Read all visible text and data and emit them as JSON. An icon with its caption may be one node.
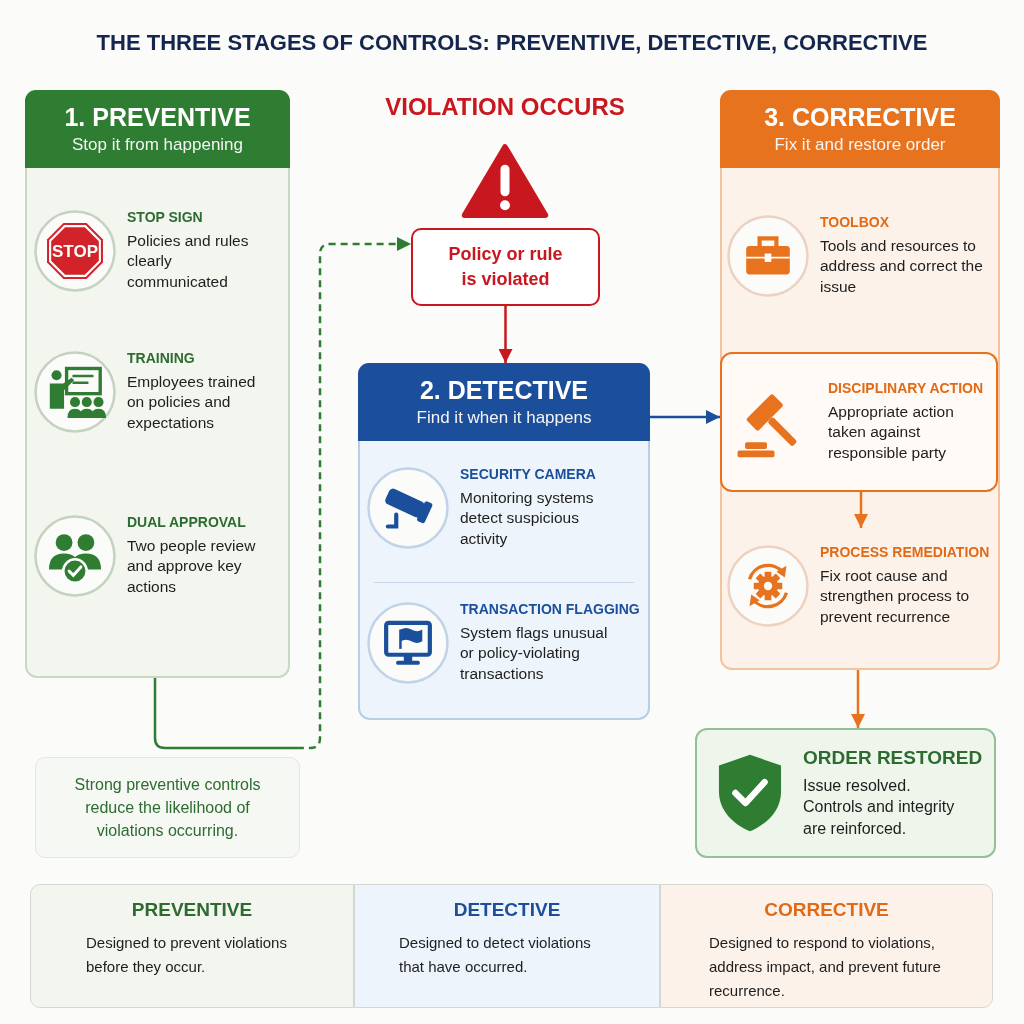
{
  "diagram": {
    "title": "THE THREE STAGES OF CONTROLS: PREVENTIVE, DETECTIVE, CORRECTIVE",
    "nodes": [
      {
        "text": [
          "1. PREVENTIVE",
          "Stop it from happening"
        ]
      },
      {
        "text": [
          "STOP SIGN",
          "Policies and rules clearly communicated"
        ],
        "in": 0
      },
      {
        "text": [
          "TRAINING",
          "Employees trained on policies and expectations"
        ],
        "in": 0
      },
      {
        "text": [
          "DUAL APPROVAL",
          "Two people review and approve key actions"
        ],
        "in": 0
      },
      {
        "text": [
          "Strong preventive controls reduce the likelihood of violations occurring."
        ]
      },
      {
        "text": [
          "VIOLATION OCCURS",
          "Policy or rule is violated"
        ]
      },
      {
        "text": [
          "2. DETECTIVE",
          "Find it when it happens"
        ]
      },
      {
        "text": [
          "SECURITY CAMERA",
          "Monitoring systems detect suspicious activity"
        ],
        "in": 6
      },
      {
        "text": [
          "TRANSACTION FLAGGING",
          "System flags unusual or policy-violating transactions"
        ],
        "in": 6
      },
      {
        "text": [
          "3. CORRECTIVE",
          "Fix it and restore order"
        ]
      },
      {
        "text": [
          "TOOLBOX",
          "Tools and resources to address and correct the issue"
        ],
        "in": 9
      },
      {
        "text": [
          "DISCIPLINARY ACTION",
          "Appropriate action taken against responsible party"
        ],
        "in": 9
      },
      {
        "text": [
          "PROCESS REMEDIATION",
          "Fix root cause and strengthen process to prevent recurrence"
        ],
        "in": 9
      },
      {
        "text": [
          "ORDER RESTORED",
          "Issue resolved. Controls and integrity are reinforced."
        ]
      },
      {
        "text": [
          "PREVENTIVE",
          "Designed to prevent violations before they occur."
        ]
      },
      {
        "text": [
          "DETECTIVE",
          "Designed to detect violations that have occurred."
        ]
      },
      {
        "text": [
          "CORRECTIVE",
          "Designed to respond to violations, address impact, and prevent future recurrence."
        ]
      }
    ],
    "edges": [
      {
        "from": 0,
        "to": 5,
        "arrow": "to",
        "style": "dashed",
        "color": "#2e7d32"
      },
      {
        "from": 5,
        "to": 6,
        "arrow": "to",
        "color": "#c8171e"
      },
      {
        "from": 6,
        "to": 11,
        "arrow": "to",
        "color": "#1b4f9c"
      },
      {
        "from": 11,
        "to": 12,
        "arrow": "to",
        "color": "#e8731e"
      },
      {
        "from": 9,
        "to": 13,
        "arrow": "to",
        "color": "#e8731e"
      }
    ],
    "labels": [
      "STOP"
    ]
  }
}
